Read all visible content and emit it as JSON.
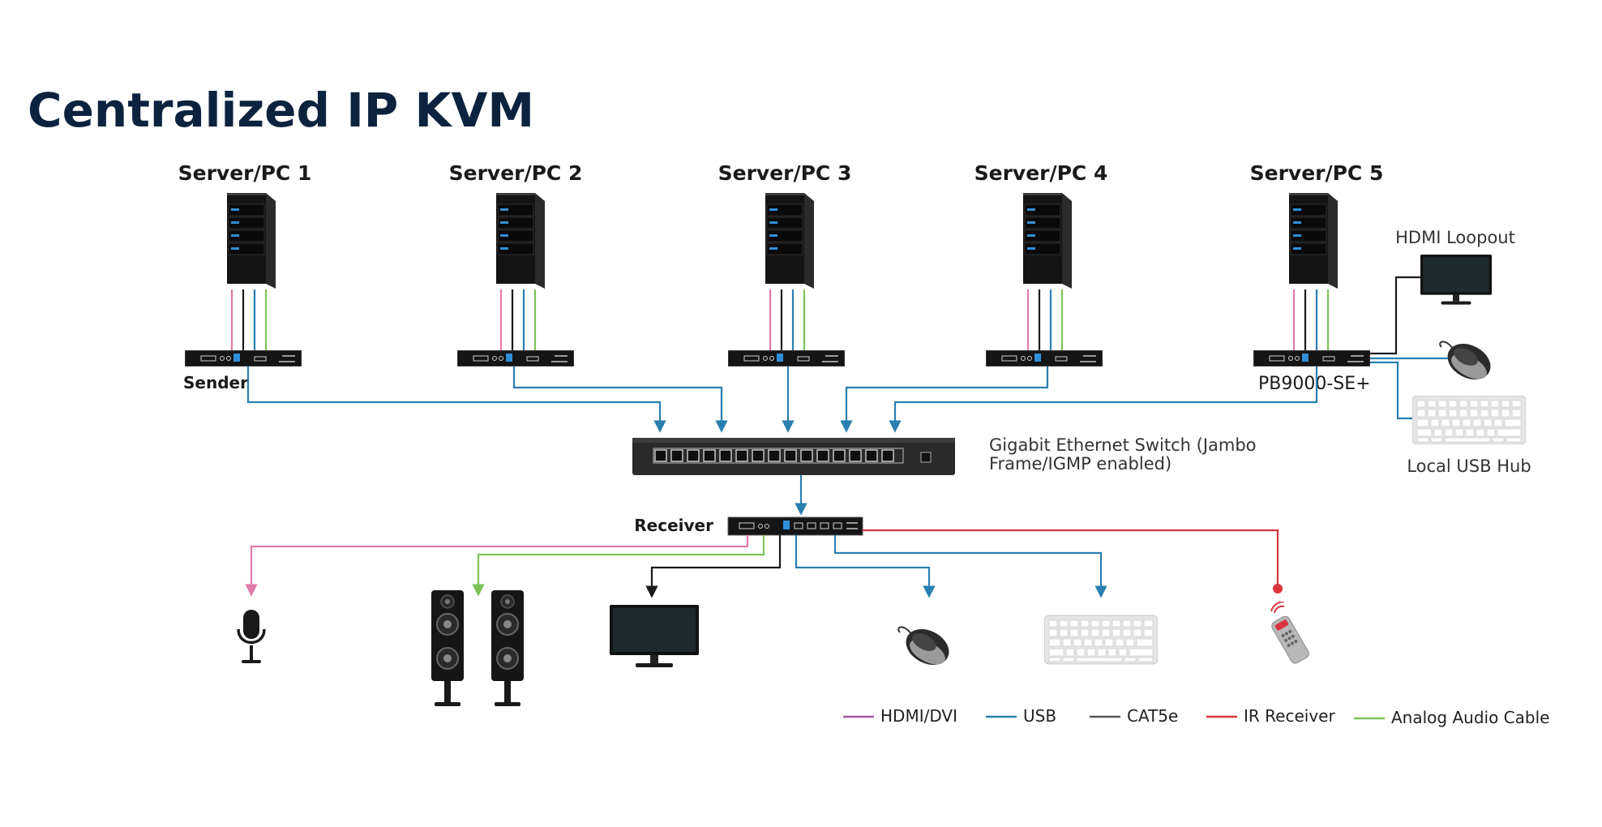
{
  "title": "Centralized IP KVM",
  "servers": [
    {
      "label": "Server/PC 1"
    },
    {
      "label": "Server/PC 2"
    },
    {
      "label": "Server/PC 3"
    },
    {
      "label": "Server/PC 4"
    },
    {
      "label": "Server/PC 5"
    }
  ],
  "labels": {
    "sender": "Sender",
    "receiver": "Receiver",
    "model": "PB9000-SE+",
    "hdmi_loopout": "HDMI Loopout",
    "local_usb_hub": "Local USB Hub",
    "switch_line1": "Gigabit Ethernet Switch (Jambo",
    "switch_line2": "Frame/IGMP enabled)"
  },
  "legend": [
    {
      "label": "HDMI/DVI",
      "color": "#a05aa0"
    },
    {
      "label": "USB",
      "color": "#2a7fb0"
    },
    {
      "label": "CAT5e",
      "color": "#555555"
    },
    {
      "label": "IR Receiver",
      "color": "#d9353f"
    },
    {
      "label": "Analog Audio Cable",
      "color": "#7cc35a"
    }
  ],
  "colors": {
    "title": "#0c2340",
    "hdmi_pink": "#e07aa8",
    "usb_blue": "#2a7fb0",
    "cat5_black": "#1a1a1a",
    "audio_green": "#7cc35a",
    "ir_red": "#d9353f"
  },
  "icons": {
    "server": "server-tower-icon",
    "extender": "kvm-extender-icon",
    "switch": "ethernet-switch-icon",
    "monitor": "monitor-icon",
    "mouse": "mouse-icon",
    "keyboard": "keyboard-icon",
    "speakers": "speakers-icon",
    "microphone": "microphone-icon",
    "remote": "ir-remote-icon"
  }
}
